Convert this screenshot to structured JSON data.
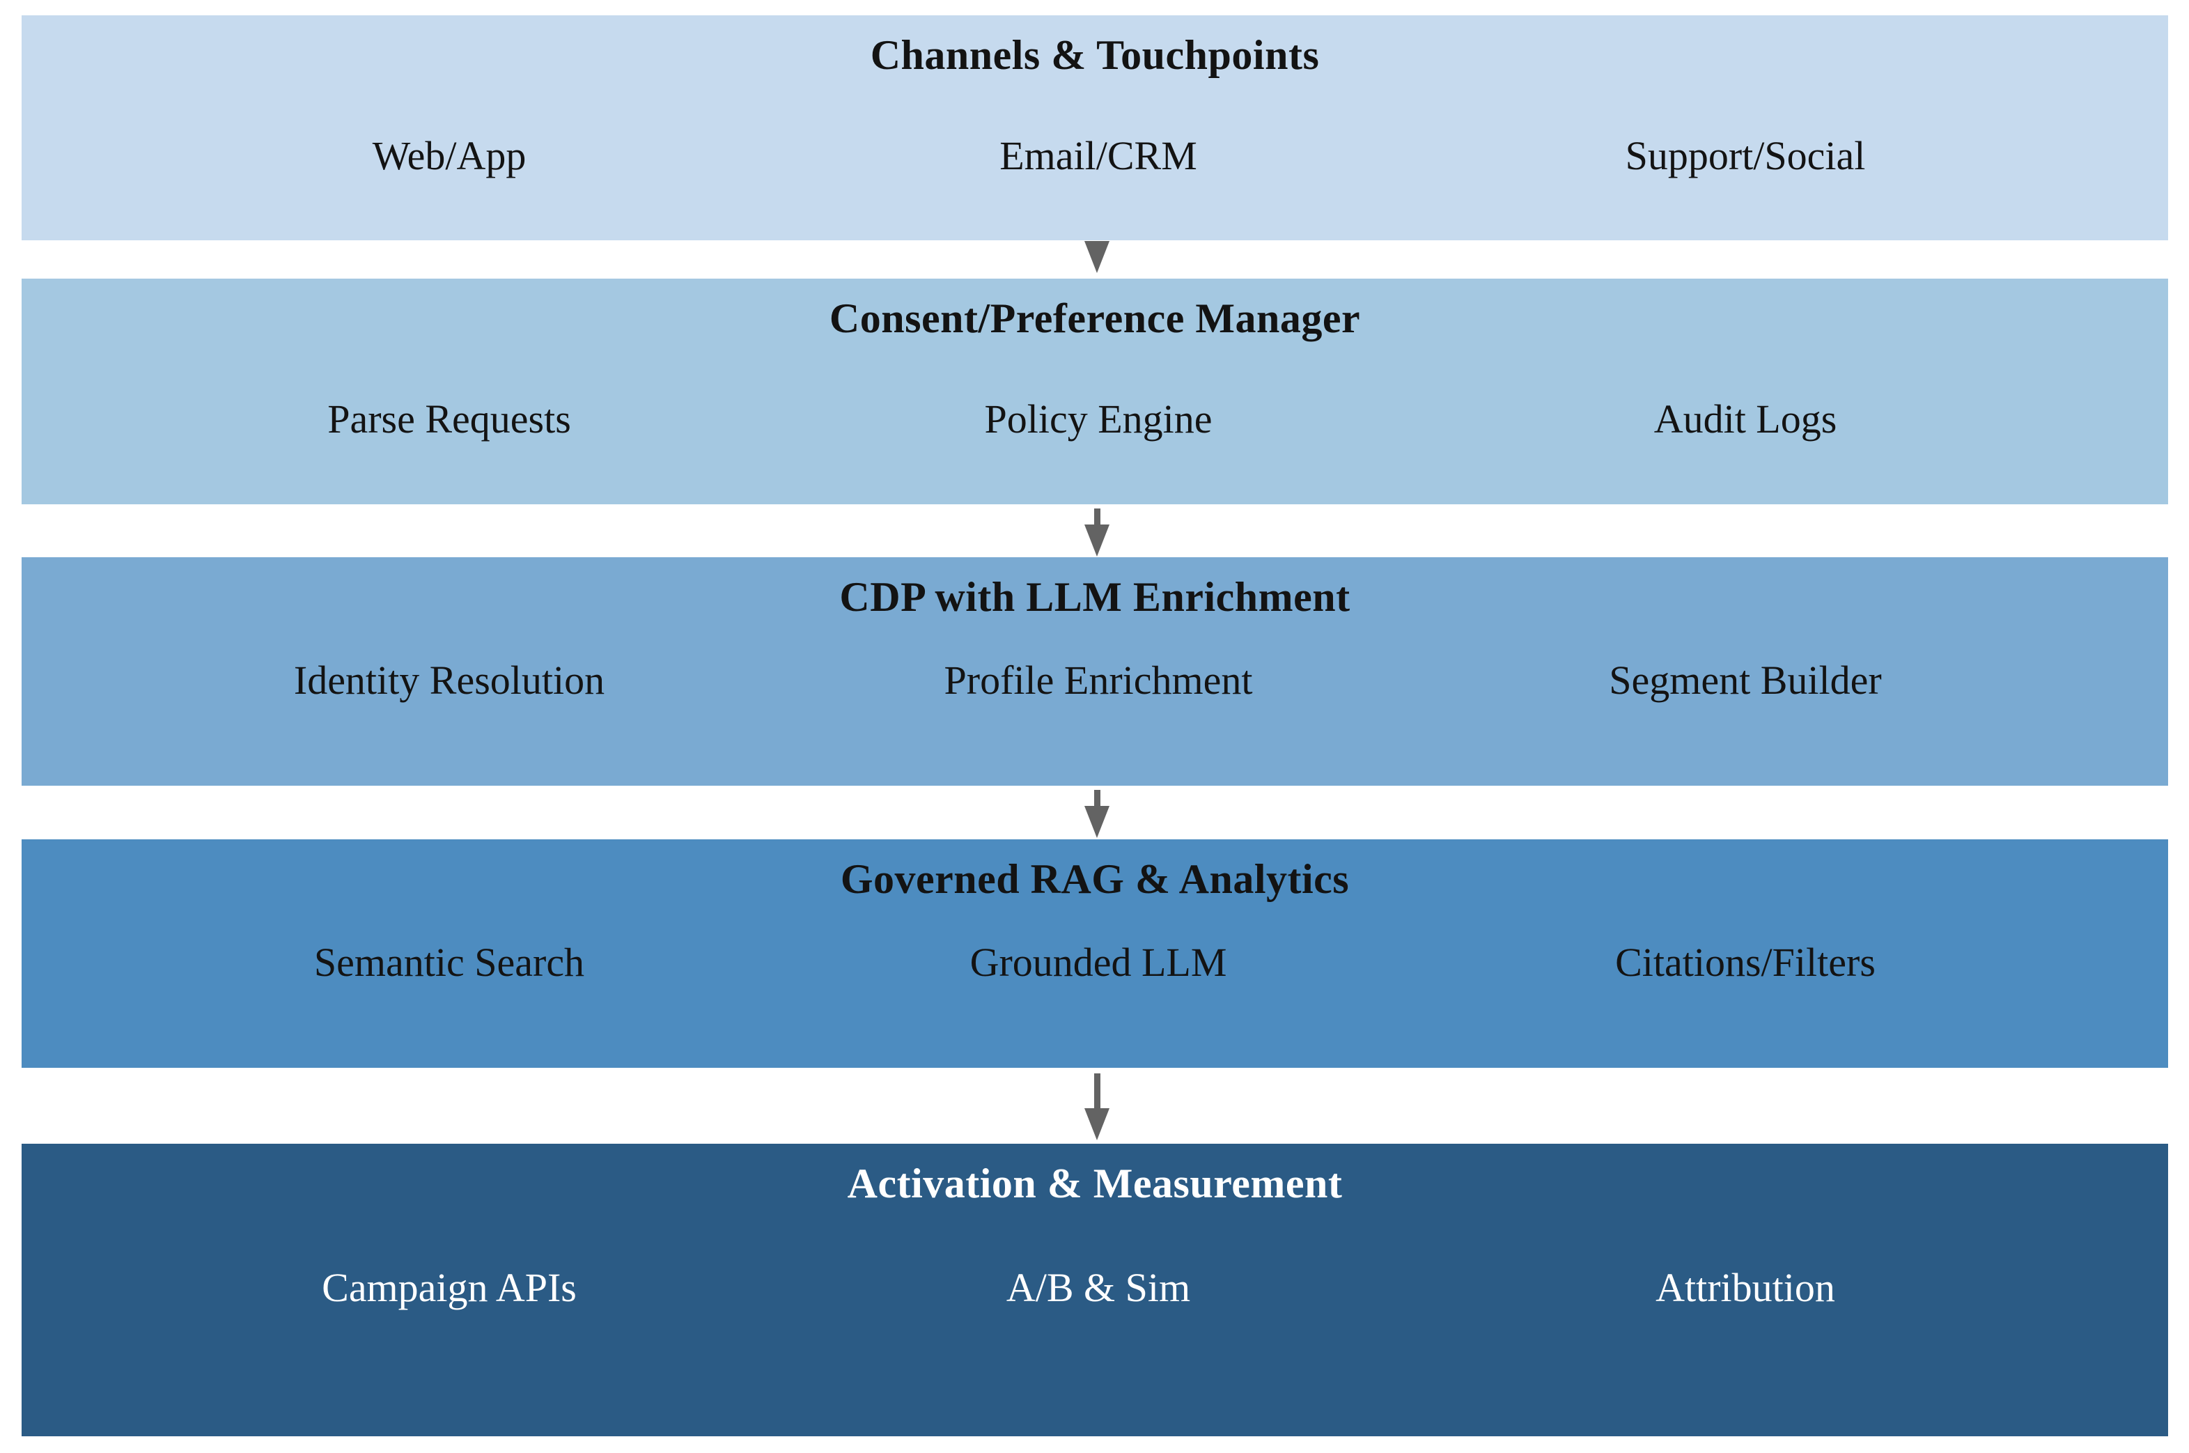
{
  "diagram": {
    "arrow_color": "#636363",
    "layers": [
      {
        "title": "Channels & Touchpoints",
        "bg": "#c6daee",
        "text_color": "#131313",
        "items": [
          "Web/App",
          "Email/CRM",
          "Support/Social"
        ]
      },
      {
        "title": "Consent/Preference Manager",
        "bg": "#a4c8e1",
        "text_color": "#131313",
        "items": [
          "Parse Requests",
          "Policy Engine",
          "Audit Logs"
        ]
      },
      {
        "title": "CDP with LLM Enrichment",
        "bg": "#7aaad2",
        "text_color": "#131313",
        "items": [
          "Identity Resolution",
          "Profile Enrichment",
          "Segment Builder"
        ]
      },
      {
        "title": "Governed RAG & Analytics",
        "bg": "#4d8cc0",
        "text_color": "#131313",
        "items": [
          "Semantic Search",
          "Grounded LLM",
          "Citations/Filters"
        ]
      },
      {
        "title": "Activation & Measurement",
        "bg": "#2b5b85",
        "text_color": "#ffffff",
        "items": [
          "Campaign APIs",
          "A/B & Sim",
          "Attribution"
        ]
      }
    ]
  }
}
